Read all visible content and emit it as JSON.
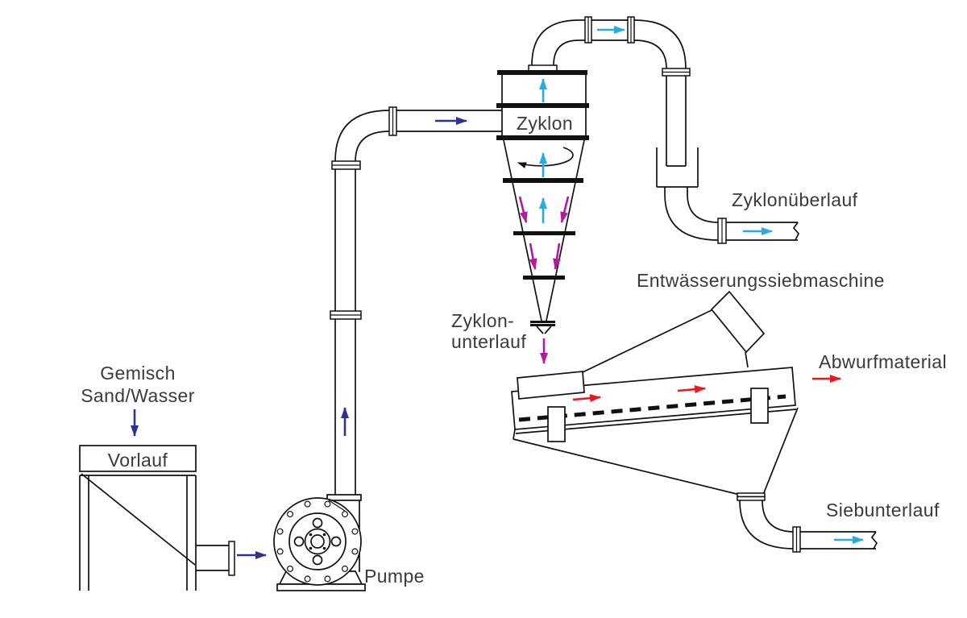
{
  "labels": {
    "gemisch_line1": "Gemisch",
    "gemisch_line2": "Sand/Wasser",
    "vorlauf": "Vorlauf",
    "pumpe": "Pumpe",
    "zyklon": "Zyklon",
    "zyklon_ueberlauf": "Zyklonüberlauf",
    "zyklon_unterlauf_line1": "Zyklon-",
    "zyklon_unterlauf_line2": "unterlauf",
    "entwaesserungssiebmaschine": "Entwässerungssiebmaschine",
    "abwurfmaterial": "Abwurfmaterial",
    "siebunterlauf": "Siebunterlauf"
  },
  "colors": {
    "background": "#ffffff",
    "line": "#111111",
    "text": "#3a3a39",
    "flow_feed_blue": "#2e3192",
    "flow_water_cyan": "#29abe2",
    "flow_solids_magenta": "#b5199d",
    "flow_discharge_red": "#e8191f"
  },
  "flows": [
    {
      "name": "gemisch-to-vorlauf",
      "color": "#2e3192",
      "direction": "down"
    },
    {
      "name": "vorlauf-to-pumpe",
      "color": "#2e3192",
      "direction": "right"
    },
    {
      "name": "pumpe-riser",
      "color": "#2e3192",
      "direction": "up"
    },
    {
      "name": "feed-to-zyklon",
      "color": "#2e3192",
      "direction": "right"
    },
    {
      "name": "zyklon-core-upflow",
      "color": "#29abe2",
      "direction": "up"
    },
    {
      "name": "zyklon-ueberlauf-out",
      "color": "#29abe2",
      "direction": "right"
    },
    {
      "name": "zyklon-wall-downflow",
      "color": "#b5199d",
      "direction": "down"
    },
    {
      "name": "zyklon-unterlauf-out",
      "color": "#b5199d",
      "direction": "down"
    },
    {
      "name": "sieb-transport",
      "color": "#e8191f",
      "direction": "right"
    },
    {
      "name": "abwurfmaterial-out",
      "color": "#e8191f",
      "direction": "right"
    },
    {
      "name": "siebunterlauf-out",
      "color": "#29abe2",
      "direction": "right"
    }
  ]
}
